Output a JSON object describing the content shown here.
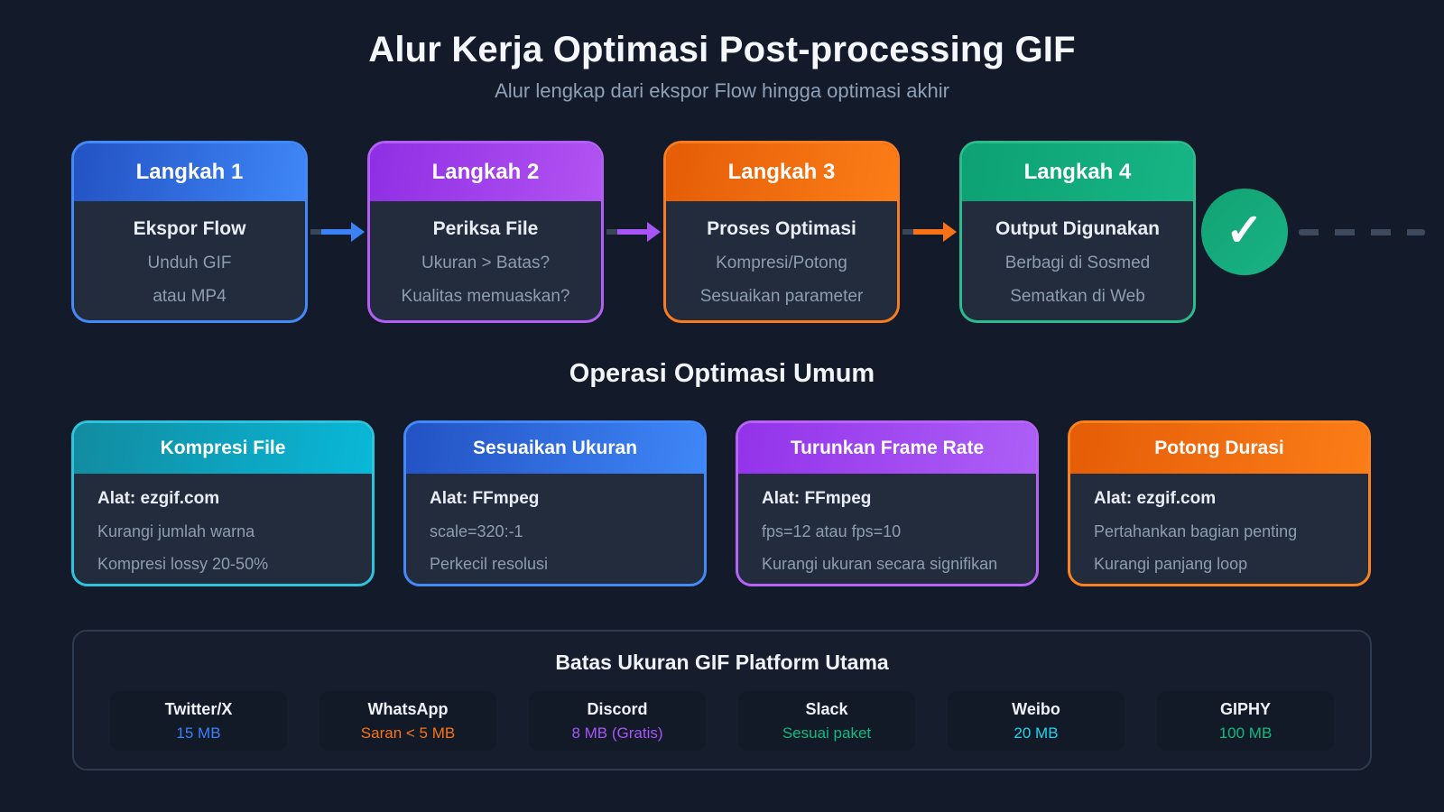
{
  "page": {
    "title": "Alur Kerja Optimasi Post-processing GIF",
    "subtitle": "Alur lengkap dari ekspor Flow hingga optimasi akhir"
  },
  "steps": [
    {
      "label": "Langkah 1",
      "heading": "Ekspor Flow",
      "lines": [
        "Unduh GIF",
        "atau MP4"
      ],
      "accent": "#3b82f6"
    },
    {
      "label": "Langkah 2",
      "heading": "Periksa File",
      "lines": [
        "Ukuran > Batas?",
        "Kualitas memuaskan?"
      ],
      "accent": "#a855f7"
    },
    {
      "label": "Langkah 3",
      "heading": "Proses Optimasi",
      "lines": [
        "Kompresi/Potong",
        "Sesuaikan parameter"
      ],
      "accent": "#f97316"
    },
    {
      "label": "Langkah 4",
      "heading": "Output Digunakan",
      "lines": [
        "Berbagi di Sosmed",
        "Sematkan di Web"
      ],
      "accent": "#10b981"
    }
  ],
  "flow": {
    "arrow_colors": [
      "#3b82f6",
      "#a855f7",
      "#f97316"
    ],
    "done_circle_color": "#14aa7b"
  },
  "ops_section": {
    "title": "Operasi Optimasi Umum",
    "cards": [
      {
        "title": "Kompresi File",
        "tool": "Alat: ezgif.com",
        "lines": [
          "Kurangi jumlah warna",
          "Kompresi lossy 20-50%"
        ],
        "accent": "#09b8d8"
      },
      {
        "title": "Sesuaikan Ukuran",
        "tool": "Alat: FFmpeg",
        "lines": [
          "scale=320:-1",
          "Perkecil resolusi"
        ],
        "accent": "#3b82f6"
      },
      {
        "title": "Turunkan Frame Rate",
        "tool": "Alat: FFmpeg",
        "lines": [
          "fps=12 atau fps=10",
          "Kurangi ukuran secara signifikan"
        ],
        "accent": "#a855f7"
      },
      {
        "title": "Potong Durasi",
        "tool": "Alat: ezgif.com",
        "lines": [
          "Pertahankan bagian penting",
          "Kurangi panjang loop"
        ],
        "accent": "#f97316"
      }
    ]
  },
  "platforms_section": {
    "title": "Batas Ukuran GIF Platform Utama",
    "items": [
      {
        "name": "Twitter/X",
        "limit": "15 MB",
        "color": "#3b82f6"
      },
      {
        "name": "WhatsApp",
        "limit": "Saran < 5 MB",
        "color": "#f97316"
      },
      {
        "name": "Discord",
        "limit": "8 MB (Gratis)",
        "color": "#a855f7"
      },
      {
        "name": "Slack",
        "limit": "Sesuai paket",
        "color": "#10b981"
      },
      {
        "name": "Weibo",
        "limit": "20 MB",
        "color": "#22d3ee"
      },
      {
        "name": "GIPHY",
        "limit": "100 MB",
        "color": "#10b981"
      }
    ]
  },
  "icons": {
    "check": "✓"
  }
}
